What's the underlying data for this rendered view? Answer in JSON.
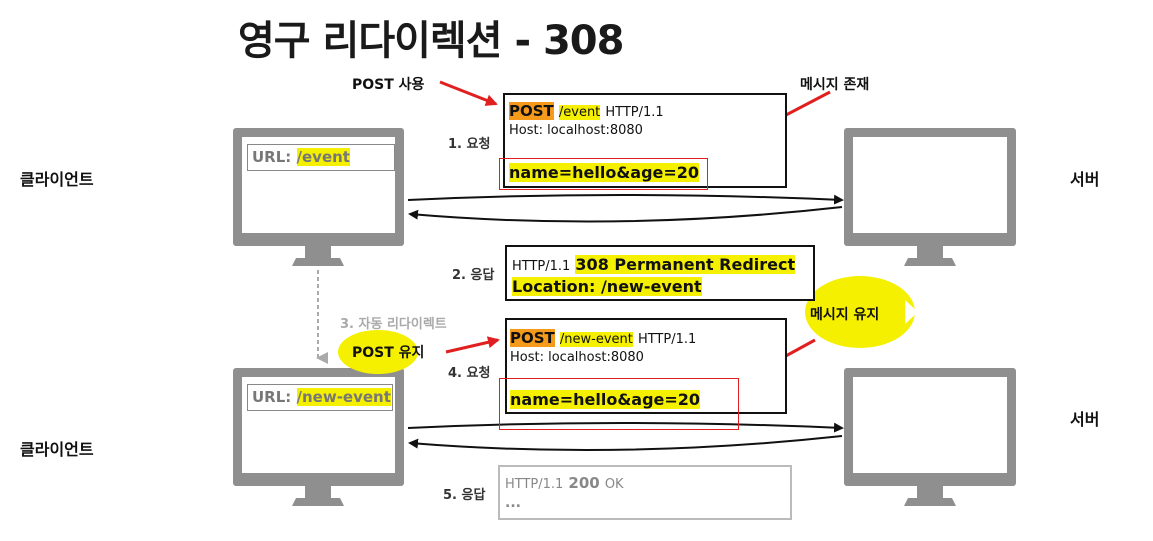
{
  "title": "영구 리다이렉션 - 308",
  "labels": {
    "client_top": "클라이언트",
    "client_bottom": "클라이언트",
    "server_top": "서버",
    "server_bottom": "서버"
  },
  "callouts": {
    "post_use": "POST 사용",
    "message_exists": "메시지 존재",
    "post_keep": "POST 유지",
    "message_keep": "메시지 유지",
    "auto_redirect": "3. 자동 리다이렉트"
  },
  "steps": {
    "step1": "1. 요청",
    "step2": "2. 응답",
    "step4": "4. 요청",
    "step5": "5. 응답"
  },
  "clients": {
    "top_url_label": "URL: ",
    "top_url_path": "/event",
    "bottom_url_label": "URL: ",
    "bottom_url_path": "/new-event"
  },
  "request1": {
    "method": "POST",
    "path": "/event",
    "version": "HTTP/1.1",
    "host": "Host: localhost:8080",
    "body": "name=hello&age=20"
  },
  "response2": {
    "version": "HTTP/1.1",
    "status": "308 Permanent Redirect",
    "location": "Location: /new-event"
  },
  "request4": {
    "method": "POST",
    "path": "/new-event",
    "version": "HTTP/1.1",
    "host": "Host: localhost:8080",
    "body": "name=hello&age=20"
  },
  "response5": {
    "version": "HTTP/1.1",
    "code": "200",
    "reason": "OK",
    "more": "..."
  },
  "colors": {
    "highlight_yellow": "#f5f000",
    "highlight_orange": "#f59a1a",
    "arrow_red": "#e02020",
    "monitor_gray": "#8f8f8f"
  }
}
